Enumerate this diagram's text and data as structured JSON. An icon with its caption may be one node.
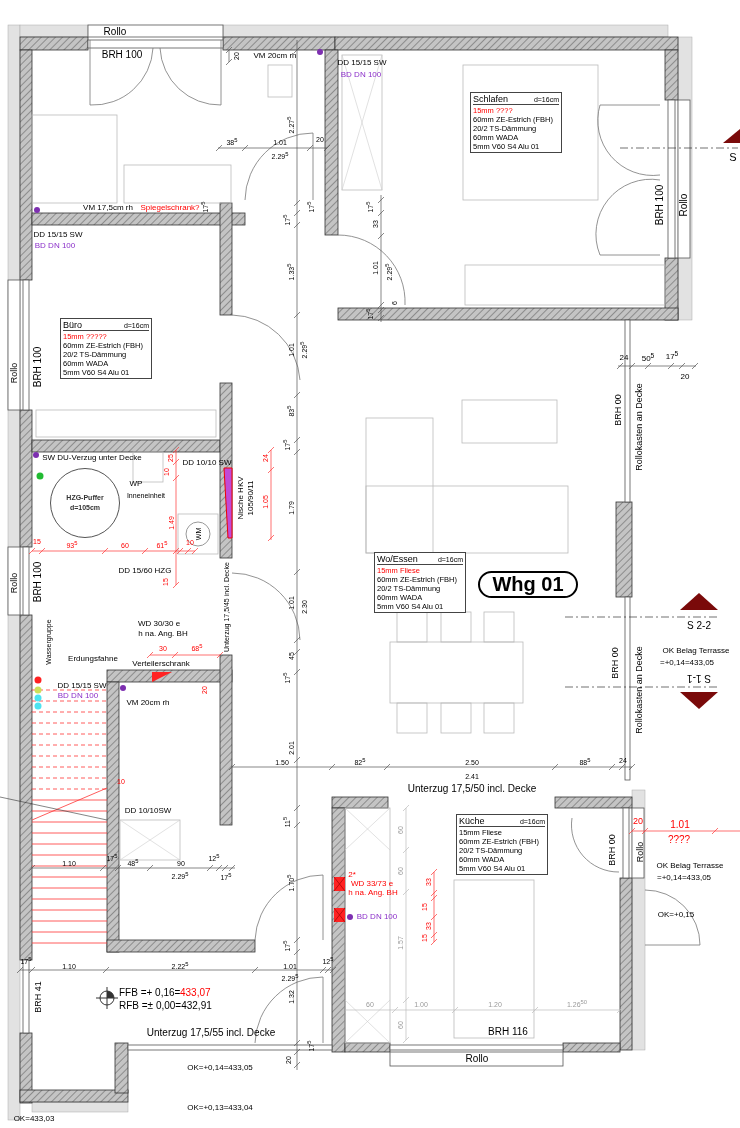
{
  "diagram": {
    "nodes": [
      {
        "text": [
          "Schlafen",
          "d=16cm",
          "15mm ????",
          "60mm ZE-Estrich (FBH)",
          "20/2 TS-Dämmung",
          "60mm WADA",
          "5mm V60 S4 Alu 01"
        ]
      },
      {
        "text": [
          "Büro",
          "d=16cm",
          "15mm ?????",
          "60mm ZE-Estrich (FBH)",
          "20/2 TS-Dämmung",
          "60mm WADA",
          "5mm V60 S4 Alu 01"
        ]
      },
      {
        "text": [
          "HZG-Puffer",
          "d=105cm"
        ]
      },
      {
        "text": [
          "Wo/Essen",
          "d=16cm",
          "15mm Fliese",
          "60mm ZE-Estrich (FBH)",
          "20/2 TS-Dämmung",
          "60mm WADA",
          "5mm V60 S4 Alu 01"
        ]
      },
      {
        "text": [
          "Whg 01"
        ]
      },
      {
        "text": [
          "Küche",
          "d=16cm",
          "15mm Fliese",
          "60mm ZE-Estrich (FBH)",
          "20/2 TS-Dämmung",
          "60mm WADA",
          "5mm V60 S4 Alu 01"
        ]
      }
    ],
    "labels": [
      "Rollo",
      "BRH 100",
      "20",
      "VM 20cm rh",
      "DD 15/15 SW",
      "BD DN 100",
      "2.27$^{5}$",
      "20",
      "38$^{5}$",
      "1.01",
      "S",
      "2.29$^{5}$",
      "BRH 100",
      "Rollo",
      "17$^{5}$",
      "VM 17,5cm rh",
      "Spiegelschrank?",
      "17$^{5}$",
      "17$^{5}$",
      "17$^{5}$",
      "33",
      "DD 15/15 SW",
      "BD DN 100",
      "1.01",
      "2.29$^{5}$",
      "1.33$^{5}$",
      "6",
      "17$^{5}$",
      "1.01",
      "2.29$^{5}$",
      "17$^{5}$",
      "24",
      "50$^{5}$",
      "Rollo",
      "BRH 100",
      "20",
      "83$^{5}$",
      "BRH 00",
      "Rollokasten an Decke",
      "17$^{5}$",
      "24",
      "25",
      "SW DU-Verzug unter Decke",
      "DD 10/10 SW",
      "10",
      "WP",
      "Inneneinheit",
      "1.05",
      "Nische HKV",
      "105/90/11",
      "1.79",
      "1.49",
      "WM",
      "15",
      "10",
      "93$^{5}$",
      "60",
      "61$^{5}$",
      "DD 15/60 HZG",
      "15",
      "Rollo",
      "BRH 100",
      "1.01",
      "Unterzug 17,5/45 incl. Decke",
      "2.30",
      "S  2-2",
      "WD 30/30 e",
      "h na. Ang. BH",
      "Wassergruppe",
      "30",
      "68$^{5}$",
      "OK Belag Terrasse",
      "45",
      "Erdungsfahne",
      "=+0,14=433,05",
      "BRH 00",
      "Verteilerschrank",
      "17$^{5}$",
      "Rollokasten an Decke",
      "S  1-1",
      "DD 15/15 SW",
      "20",
      "BD DN 100",
      "VM 20cm rh",
      "2.01",
      "1.50",
      "82$^{5}$",
      "2.50",
      "88$^{5}$",
      "24",
      "2.41",
      "10",
      "Unterzug 17,5/50 incl. Decke",
      "DD 10/10SW",
      "20",
      "11$^{5}$",
      "1.01",
      "60",
      "????",
      "BRH 00",
      "Rollo",
      "17$^{5}$",
      "12$^{5}$",
      "1.10",
      "48$^{5}$",
      "90",
      "OK Belag Terrasse",
      "60",
      "2*",
      "2.29$^{5}$",
      "17$^{5}$",
      "1.70$^{5}$",
      "WD 33/73 e",
      "33",
      "=+0,14=433,05",
      "h na. Ang. BH",
      "15",
      "OK=+0,15",
      "BD DN 100",
      "33",
      "15",
      "1.57",
      "17$^{5}$",
      "17$^{5}$",
      "12$^{5}$",
      "1.10",
      "2.22$^{5}$",
      "1.01",
      "2.29$^{5}$",
      "FFB =+ 0,16=",
      "433,07",
      "BRH 41",
      "1.32",
      "60",
      "1.00",
      "1.20",
      "1.26$^{50}$",
      "RFB =± 0,00=432,91",
      "60",
      "BRH 116",
      "Unterzug 17,5/55 incl. Decke",
      "17$^{5}$",
      "20",
      "Rollo",
      "OK=+0,14=433,05",
      "OK=+0,13=433,04",
      "OK=433,03"
    ]
  }
}
